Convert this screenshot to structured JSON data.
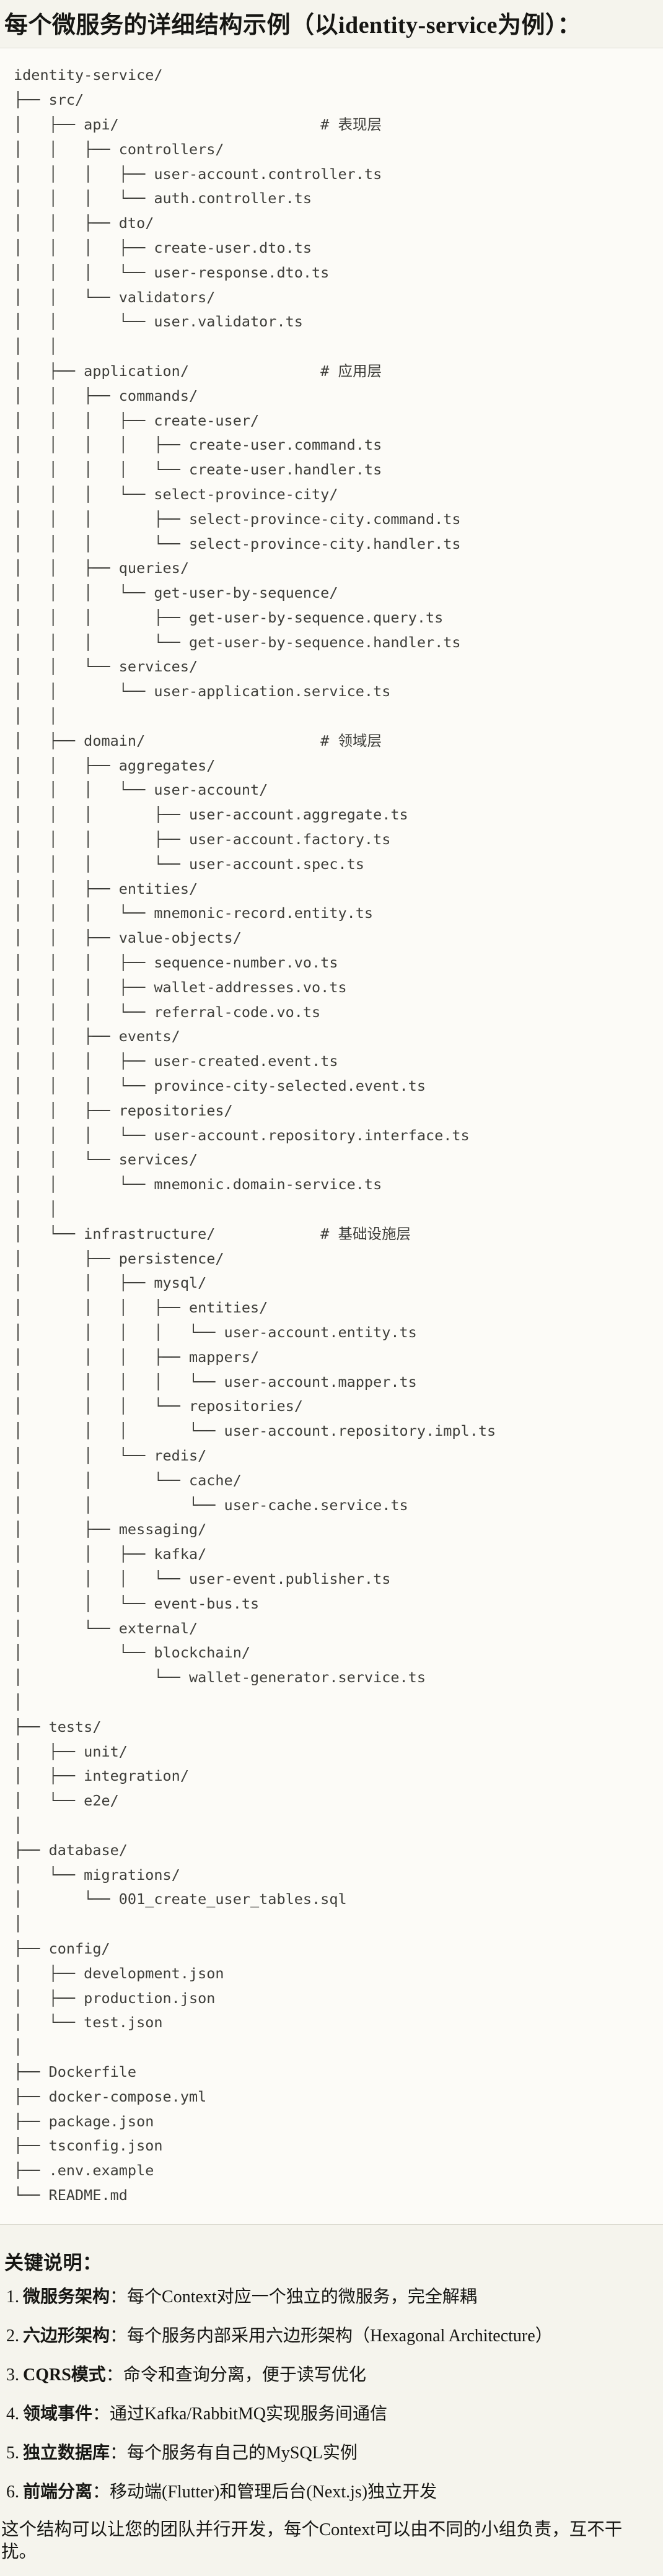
{
  "title": "每个微服务的详细结构示例（以identity-service为例）：",
  "tree": {
    "lines": [
      "identity-service/",
      "├── src/",
      "│   ├── api/                       # 表现层",
      "│   │   ├── controllers/",
      "│   │   │   ├── user-account.controller.ts",
      "│   │   │   └── auth.controller.ts",
      "│   │   ├── dto/",
      "│   │   │   ├── create-user.dto.ts",
      "│   │   │   └── user-response.dto.ts",
      "│   │   └── validators/",
      "│   │       └── user.validator.ts",
      "│   │",
      "│   ├── application/               # 应用层",
      "│   │   ├── commands/",
      "│   │   │   ├── create-user/",
      "│   │   │   │   ├── create-user.command.ts",
      "│   │   │   │   └── create-user.handler.ts",
      "│   │   │   └── select-province-city/",
      "│   │   │       ├── select-province-city.command.ts",
      "│   │   │       └── select-province-city.handler.ts",
      "│   │   ├── queries/",
      "│   │   │   └── get-user-by-sequence/",
      "│   │   │       ├── get-user-by-sequence.query.ts",
      "│   │   │       └── get-user-by-sequence.handler.ts",
      "│   │   └── services/",
      "│   │       └── user-application.service.ts",
      "│   │",
      "│   ├── domain/                    # 领域层",
      "│   │   ├── aggregates/",
      "│   │   │   └── user-account/",
      "│   │   │       ├── user-account.aggregate.ts",
      "│   │   │       ├── user-account.factory.ts",
      "│   │   │       └── user-account.spec.ts",
      "│   │   ├── entities/",
      "│   │   │   └── mnemonic-record.entity.ts",
      "│   │   ├── value-objects/",
      "│   │   │   ├── sequence-number.vo.ts",
      "│   │   │   ├── wallet-addresses.vo.ts",
      "│   │   │   └── referral-code.vo.ts",
      "│   │   ├── events/",
      "│   │   │   ├── user-created.event.ts",
      "│   │   │   └── province-city-selected.event.ts",
      "│   │   ├── repositories/",
      "│   │   │   └── user-account.repository.interface.ts",
      "│   │   └── services/",
      "│   │       └── mnemonic.domain-service.ts",
      "│   │",
      "│   └── infrastructure/            # 基础设施层",
      "│       ├── persistence/",
      "│       │   ├── mysql/",
      "│       │   │   ├── entities/",
      "│       │   │   │   └── user-account.entity.ts",
      "│       │   │   ├── mappers/",
      "│       │   │   │   └── user-account.mapper.ts",
      "│       │   │   └── repositories/",
      "│       │   │       └── user-account.repository.impl.ts",
      "│       │   └── redis/",
      "│       │       └── cache/",
      "│       │           └── user-cache.service.ts",
      "│       ├── messaging/",
      "│       │   ├── kafka/",
      "│       │   │   └── user-event.publisher.ts",
      "│       │   └── event-bus.ts",
      "│       └── external/",
      "│           └── blockchain/",
      "│               └── wallet-generator.service.ts",
      "│",
      "├── tests/",
      "│   ├── unit/",
      "│   ├── integration/",
      "│   └── e2e/",
      "│",
      "├── database/",
      "│   └── migrations/",
      "│       └── 001_create_user_tables.sql",
      "│",
      "├── config/",
      "│   ├── development.json",
      "│   ├── production.json",
      "│   └── test.json",
      "│",
      "├── Dockerfile",
      "├── docker-compose.yml",
      "├── package.json",
      "├── tsconfig.json",
      "├── .env.example",
      "└── README.md"
    ]
  },
  "notes": {
    "heading": "关键说明：",
    "items": [
      {
        "number": "1.",
        "term": "微服务架构",
        "separator": "：",
        "description": "每个Context对应一个独立的微服务，完全解耦"
      },
      {
        "number": "2.",
        "term": "六边形架构",
        "separator": "：",
        "description": "每个服务内部采用六边形架构（Hexagonal Architecture）"
      },
      {
        "number": "3.",
        "term": "CQRS模式",
        "separator": "：",
        "description": "命令和查询分离，便于读写优化"
      },
      {
        "number": "4.",
        "term": "领域事件",
        "separator": "：",
        "description": "通过Kafka/RabbitMQ实现服务间通信"
      },
      {
        "number": "5.",
        "term": "独立数据库",
        "separator": "：",
        "description": "每个服务有自己的MySQL实例"
      },
      {
        "number": "6.",
        "term": "前端分离",
        "separator": "：",
        "description": "移动端(Flutter)和管理后台(Next.js)独立开发"
      }
    ]
  },
  "closing": "这个结构可以让您的团队并行开发，每个Context可以由不同的小组负责，互不干扰。",
  "colors": {
    "page_bg": "#F5F4ED",
    "code_bg": "#FCFBF7",
    "code_border": "#DDDCD2",
    "code_text": "#3E3E3A",
    "text": "#161613"
  }
}
